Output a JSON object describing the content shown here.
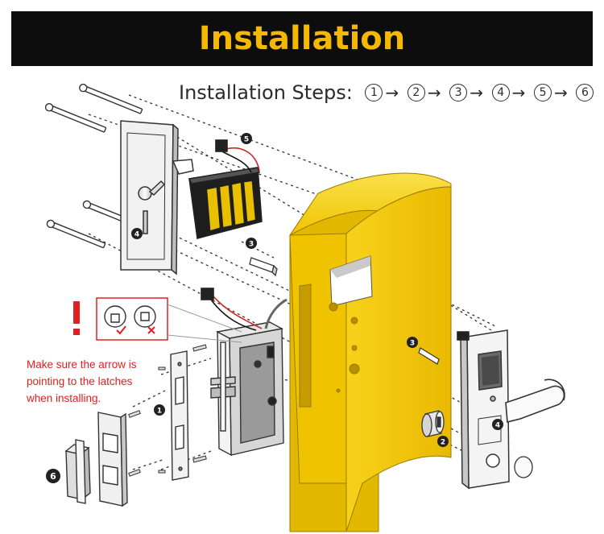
{
  "banner": {
    "title": "Installation"
  },
  "steps": {
    "label": "Installation Steps:",
    "numbers": [
      "1",
      "2",
      "3",
      "4",
      "5",
      "6"
    ],
    "arrow": "→"
  },
  "warning": {
    "lines": [
      "Make sure the arrow is",
      "pointing to the latches",
      "when installing."
    ],
    "color": "#e02020"
  },
  "callouts": {
    "battery_box": "3",
    "battery_connector": "5",
    "back_panel": "4",
    "front_spindle": "3",
    "faceplate": "1",
    "cylinder": "2",
    "front_panel": "4",
    "strike_box": "6"
  },
  "colors": {
    "banner_bg": "#0d0d0d",
    "banner_text": "#f5b800",
    "door": "#f2c800",
    "accent_red": "#e02020"
  }
}
